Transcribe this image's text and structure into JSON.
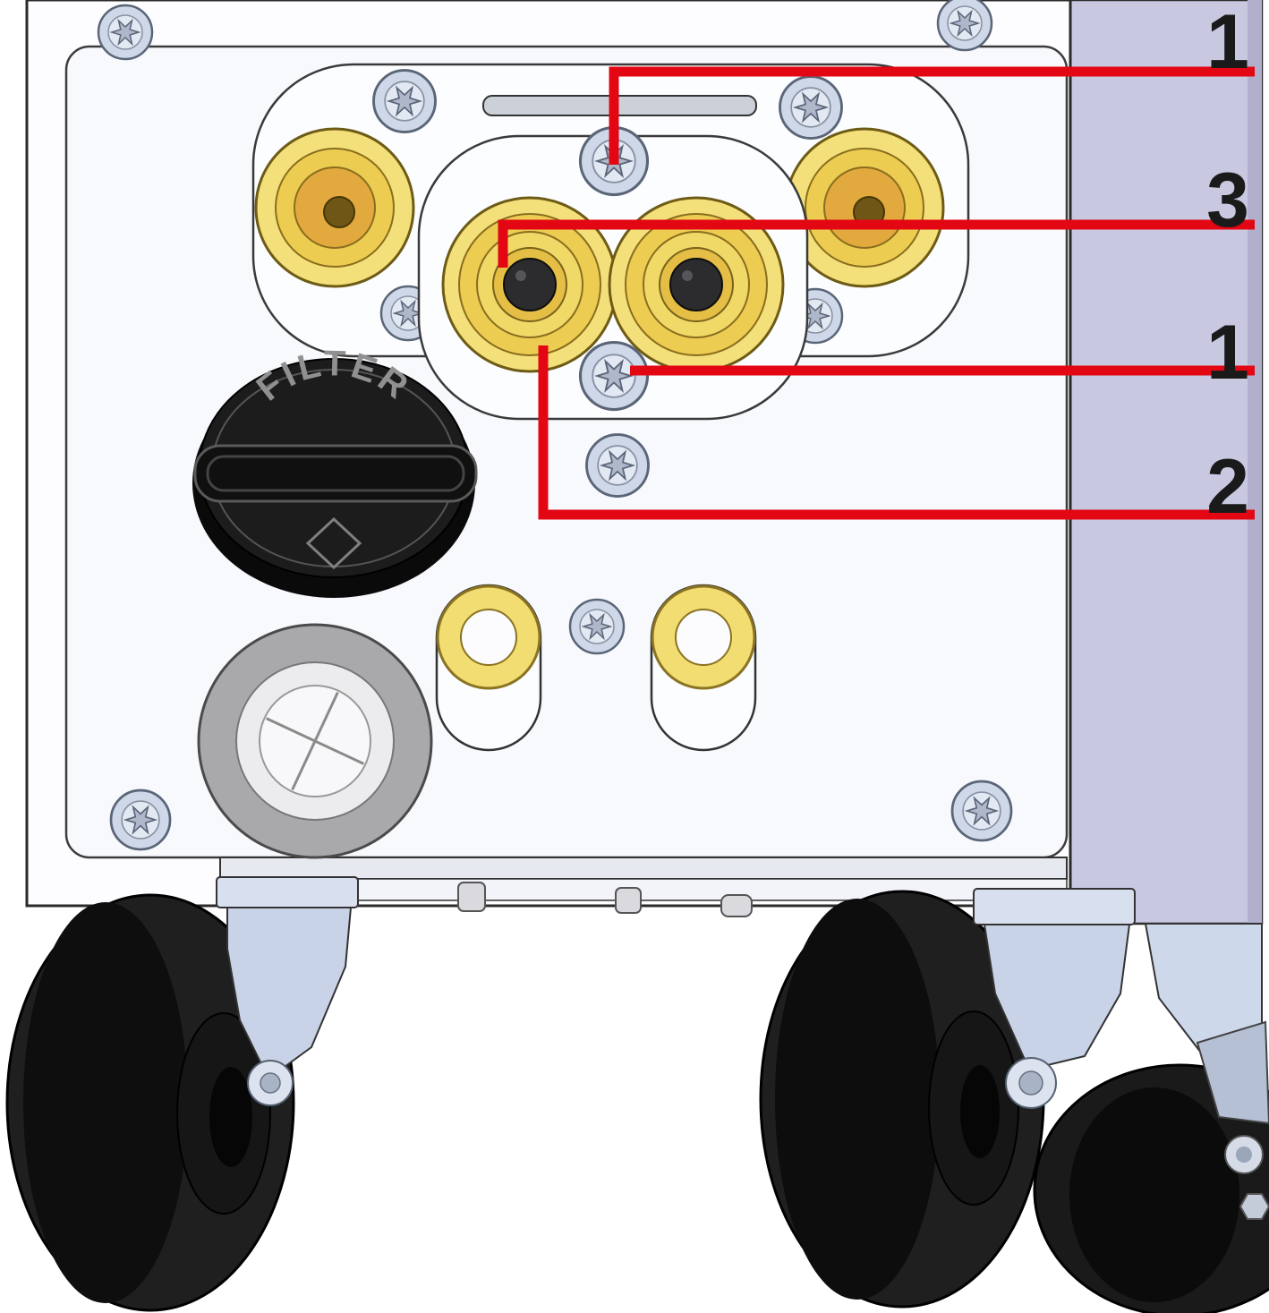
{
  "diagram": {
    "type": "technical-illustration",
    "subject": "bottom-front view of a machine showing connector plate, filter cap, socket and caster wheels with numbered callouts",
    "callouts": [
      {
        "label": "1",
        "target": "mounting-screw-upper"
      },
      {
        "label": "3",
        "target": "connector-contact-center"
      },
      {
        "label": "1",
        "target": "mounting-screw-lower"
      },
      {
        "label": "2",
        "target": "connector-body"
      }
    ],
    "filter_cap": {
      "label": "FILTER"
    },
    "parts": [
      "torx-screw",
      "brass-connector-outer",
      "brass-connector-center",
      "connector-bracket",
      "connector-plate",
      "filter-cap",
      "round-socket",
      "keyhole-slot",
      "bottom-rail",
      "caster-wheel",
      "caster-bracket",
      "side-panel"
    ],
    "colors": {
      "callout_red": "#e30613",
      "label_black": "#1a1a1a",
      "brass_light": "#f4e07a",
      "brass_mid": "#eccd52",
      "brass_dark": "#e2a93e",
      "panel_face": "#f8fafd",
      "side_panel": "#c8c8e1",
      "screw_metal": "#cfd8e8",
      "caster_mount": "#ccd6ea",
      "tire": "#1f1f1f"
    }
  }
}
